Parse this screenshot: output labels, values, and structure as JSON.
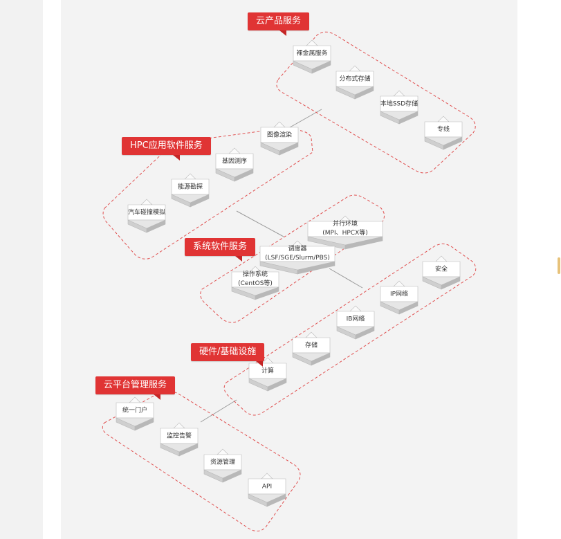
{
  "colors": {
    "accent": "#e03434",
    "dashed_border": "#e05050",
    "connector": "#9a9a9a"
  },
  "groups": [
    {
      "id": "cloud-product",
      "title": "云产品服务",
      "nodes": [
        {
          "id": "bare-metal",
          "label": "裸金属服务"
        },
        {
          "id": "dist-storage",
          "label": "分布式存储"
        },
        {
          "id": "local-ssd",
          "label": "本地SSD存储"
        },
        {
          "id": "dedicated-line",
          "label": "专线"
        }
      ]
    },
    {
      "id": "hpc-app",
      "title": "HPC应用软件服务",
      "nodes": [
        {
          "id": "image-render",
          "label": "图像渲染"
        },
        {
          "id": "gene-seq",
          "label": "基因测序"
        },
        {
          "id": "energy-explore",
          "label": "能源勘探"
        },
        {
          "id": "crash-sim",
          "label": "汽车碰撞模拟"
        }
      ]
    },
    {
      "id": "system-software",
      "title": "系统软件服务",
      "nodes": [
        {
          "id": "parallel-env",
          "label": "并行环境",
          "sublabel": "(MPI、HPCX等)"
        },
        {
          "id": "scheduler",
          "label": "调度器",
          "sublabel": "(LSF/SGE/Slurm/PBS)"
        },
        {
          "id": "os",
          "label": "操作系统",
          "sublabel": "(CentOS等)"
        }
      ]
    },
    {
      "id": "hardware",
      "title": "硬件/基础设施",
      "nodes": [
        {
          "id": "security",
          "label": "安全"
        },
        {
          "id": "ip-network",
          "label": "IP网络"
        },
        {
          "id": "ib-network",
          "label": "IB网络"
        },
        {
          "id": "storage",
          "label": "存储"
        },
        {
          "id": "compute",
          "label": "计算"
        }
      ]
    },
    {
      "id": "cloud-platform",
      "title": "云平台管理服务",
      "nodes": [
        {
          "id": "portal",
          "label": "统一门户"
        },
        {
          "id": "monitoring",
          "label": "监控告警"
        },
        {
          "id": "resource-mgmt",
          "label": "资源管理"
        },
        {
          "id": "api",
          "label": "API"
        }
      ]
    }
  ]
}
